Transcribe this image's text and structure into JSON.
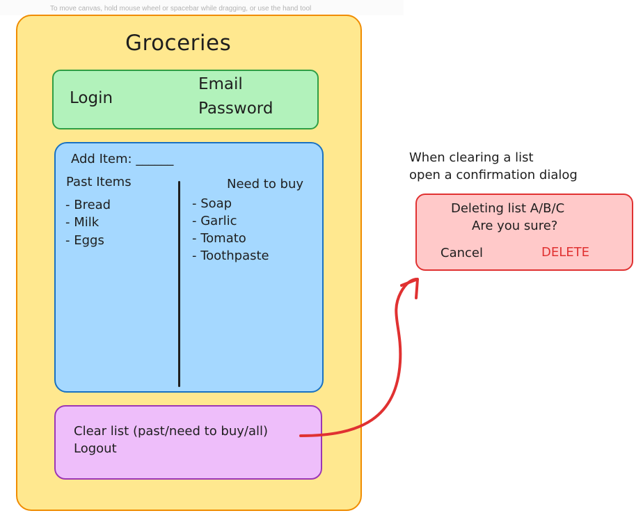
{
  "canvas_hint": "To move canvas, hold mouse wheel or spacebar while dragging, or use the hand tool",
  "app": {
    "title": "Groceries",
    "login": {
      "label": "Login",
      "email_label": "Email",
      "password_label": "Password"
    },
    "list_panel": {
      "add_item_label": "Add Item: ______",
      "past_items": {
        "heading": "Past Items",
        "items": [
          "- Bread",
          "- Milk",
          "- Eggs"
        ]
      },
      "need_to_buy": {
        "heading": "Need to buy",
        "items": [
          "- Soap",
          "- Garlic",
          "- Tomato",
          "- Toothpaste"
        ]
      }
    },
    "actions": {
      "clear_list": "Clear list (past/need to buy/all)",
      "logout": "Logout"
    }
  },
  "annotation": {
    "line1": "When clearing a list",
    "line2": "open a confirmation dialog"
  },
  "dialog": {
    "line1": "Deleting list A/B/C",
    "line2": "Are you sure?",
    "cancel_label": "Cancel",
    "delete_label": "DELETE"
  },
  "colors": {
    "phone_fill": "#ffe88f",
    "phone_stroke": "#f08c00",
    "login_fill": "#b2f2bb",
    "login_stroke": "#2f9e44",
    "list_fill": "#a5d8ff",
    "list_stroke": "#1971c2",
    "actions_fill": "#eebefa",
    "actions_stroke": "#9c36b5",
    "dialog_fill": "#ffc9c9",
    "dialog_stroke": "#e03131",
    "arrow": "#e03131"
  }
}
